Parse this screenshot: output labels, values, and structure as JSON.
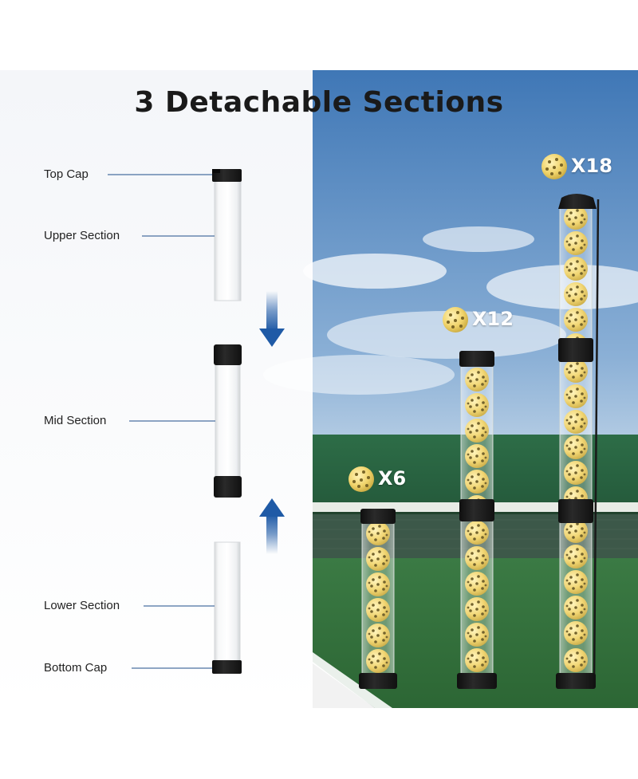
{
  "title": "3 Detachable Sections",
  "labels": {
    "top_cap": "Top Cap",
    "upper_section": "Upper Section",
    "mid_section": "Mid Section",
    "lower_section": "Lower Section",
    "bottom_cap": "Bottom Cap"
  },
  "capacities": {
    "small": "X6",
    "medium": "X12",
    "large": "X18"
  },
  "colors": {
    "arrow_blue": "#1f5aa6",
    "ball_yellow": "#f2d66a",
    "cap_black": "#1b1b1b",
    "court_green": "#2f6a3a"
  },
  "icons": {
    "ball": "pickleball-icon",
    "arrow_down": "arrow-down-icon",
    "arrow_up": "arrow-up-icon"
  }
}
